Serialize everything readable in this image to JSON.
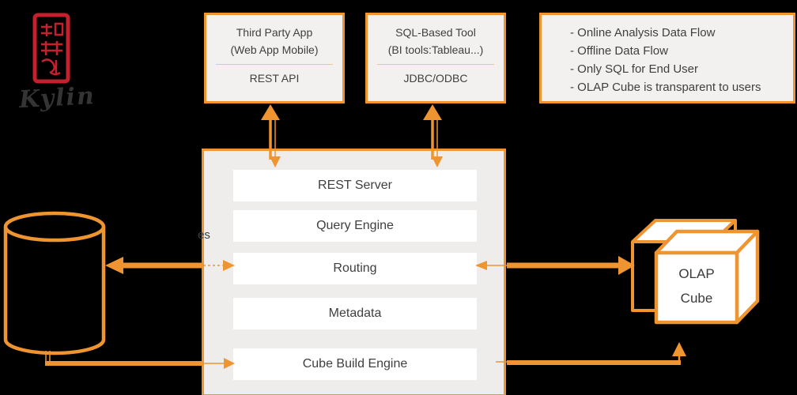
{
  "logo": {
    "brand": "Kylin"
  },
  "boxes": {
    "third_party": {
      "line1": "Third Party App",
      "line2": "(Web App Mobile)",
      "footer": "REST API"
    },
    "sql_tool": {
      "line1": "SQL-Based Tool",
      "line2": "(BI tools:Tableau...)",
      "footer": "JDBC/ODBC"
    }
  },
  "legend": {
    "items": [
      "- Online Analysis Data Flow",
      "- Offline Data Flow",
      "- Only SQL for End User",
      "- OLAP Cube is transparent to users"
    ]
  },
  "platform": {
    "layers": [
      "REST Server",
      "Query Engine",
      "Routing",
      "Metadata",
      "Cube Build Engine"
    ]
  },
  "cube": {
    "line1": "OLAP",
    "line2": "Cube"
  },
  "clipped_text_fragment": "es",
  "colors": {
    "accent_orange": "#ee9430",
    "seal_red": "#c5202e",
    "panel_fill": "#f2f1ef",
    "text": "#3f3f3f",
    "background": "#000000"
  }
}
